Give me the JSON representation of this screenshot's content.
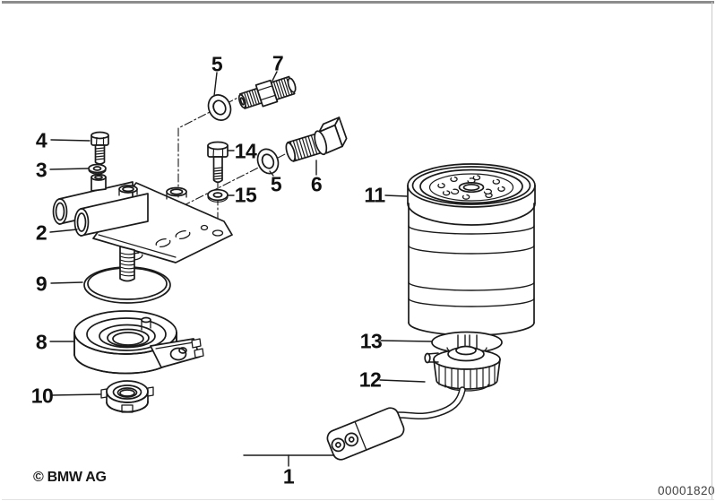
{
  "page": {
    "background_color": "#ffffff",
    "line_color": "#1a1a1a",
    "frame_color": "#8c8c8c"
  },
  "footer": {
    "copyright": "© BMW AG",
    "doc_number": "00001820"
  },
  "diagram": {
    "kind": "exploded-parts-diagram",
    "labels": [
      {
        "text": "4",
        "name": "hex-bolt"
      },
      {
        "text": "3",
        "name": "washer"
      },
      {
        "text": "2",
        "name": "filter-head-bracket"
      },
      {
        "text": "9",
        "name": "o-ring"
      },
      {
        "text": "8",
        "name": "heating-element-ring"
      },
      {
        "text": "10",
        "name": "ring-nut"
      },
      {
        "text": "5",
        "name": "sealing-washer"
      },
      {
        "text": "7",
        "name": "double-union-fitting"
      },
      {
        "text": "14",
        "name": "hex-bolt"
      },
      {
        "text": "15",
        "name": "washer"
      },
      {
        "text": "5",
        "name": "sealing-washer"
      },
      {
        "text": "6",
        "name": "union-screw"
      },
      {
        "text": "11",
        "name": "fuel-filter-cartridge"
      },
      {
        "text": "13",
        "name": "seal-disc"
      },
      {
        "text": "12",
        "name": "locking-collar-with-cable"
      },
      {
        "text": "1",
        "name": "complete-assembly"
      }
    ]
  }
}
